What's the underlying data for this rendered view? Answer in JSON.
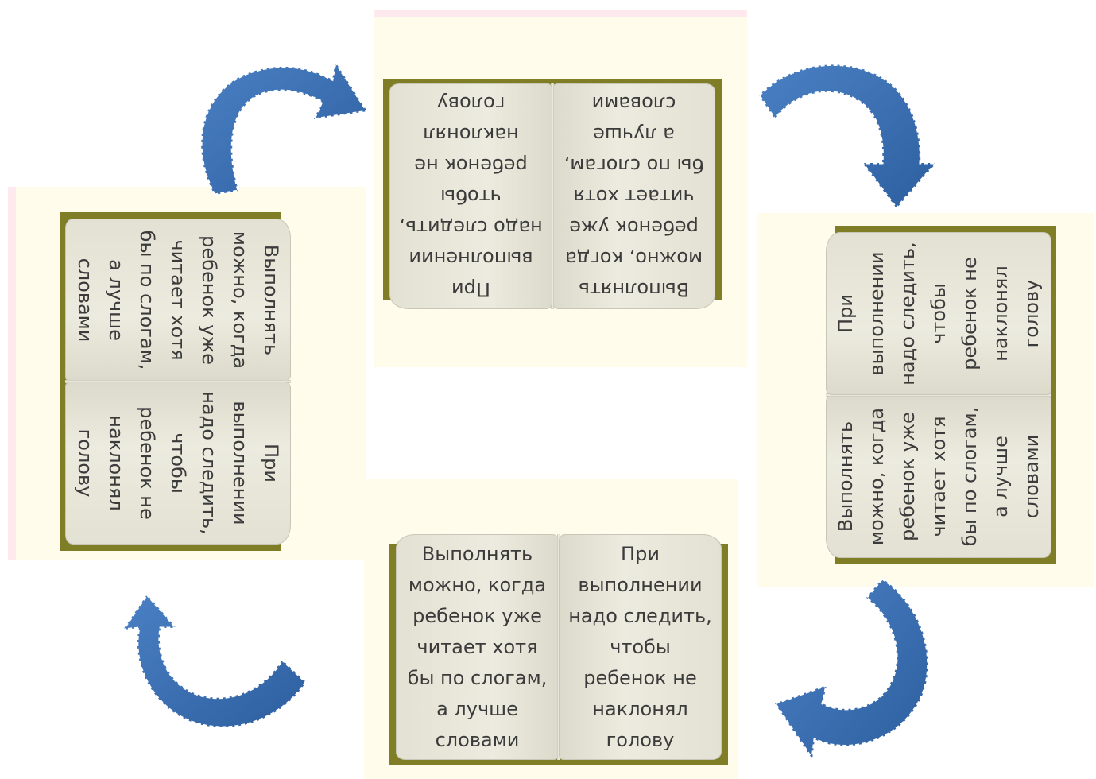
{
  "book": {
    "left_page": [
      "Выполнять",
      "можно, когда",
      "ребенок уже",
      "читает хотя",
      "бы по слогам,",
      "а лучше",
      "словами"
    ],
    "right_page": [
      "При",
      "выполнении",
      "надо следить,",
      "чтобы",
      "ребенок не",
      "наклонял",
      "голову"
    ]
  },
  "books": [
    {
      "id": "top",
      "orientation": "upside-down"
    },
    {
      "id": "right",
      "orientation": "rotated-counterclockwise"
    },
    {
      "id": "bottom",
      "orientation": "upright"
    },
    {
      "id": "left",
      "orientation": "rotated-clockwise"
    }
  ],
  "colors": {
    "cover": "#7f7e27",
    "page": "#e9e7db",
    "panel": "#fffcec",
    "panel_edge": "#fde9ee",
    "arrow_fill": "#3c6dae",
    "arrow_outline": "#ffffff"
  },
  "arrows": [
    "arrow-icon",
    "arrow-icon",
    "arrow-icon",
    "arrow-icon"
  ]
}
